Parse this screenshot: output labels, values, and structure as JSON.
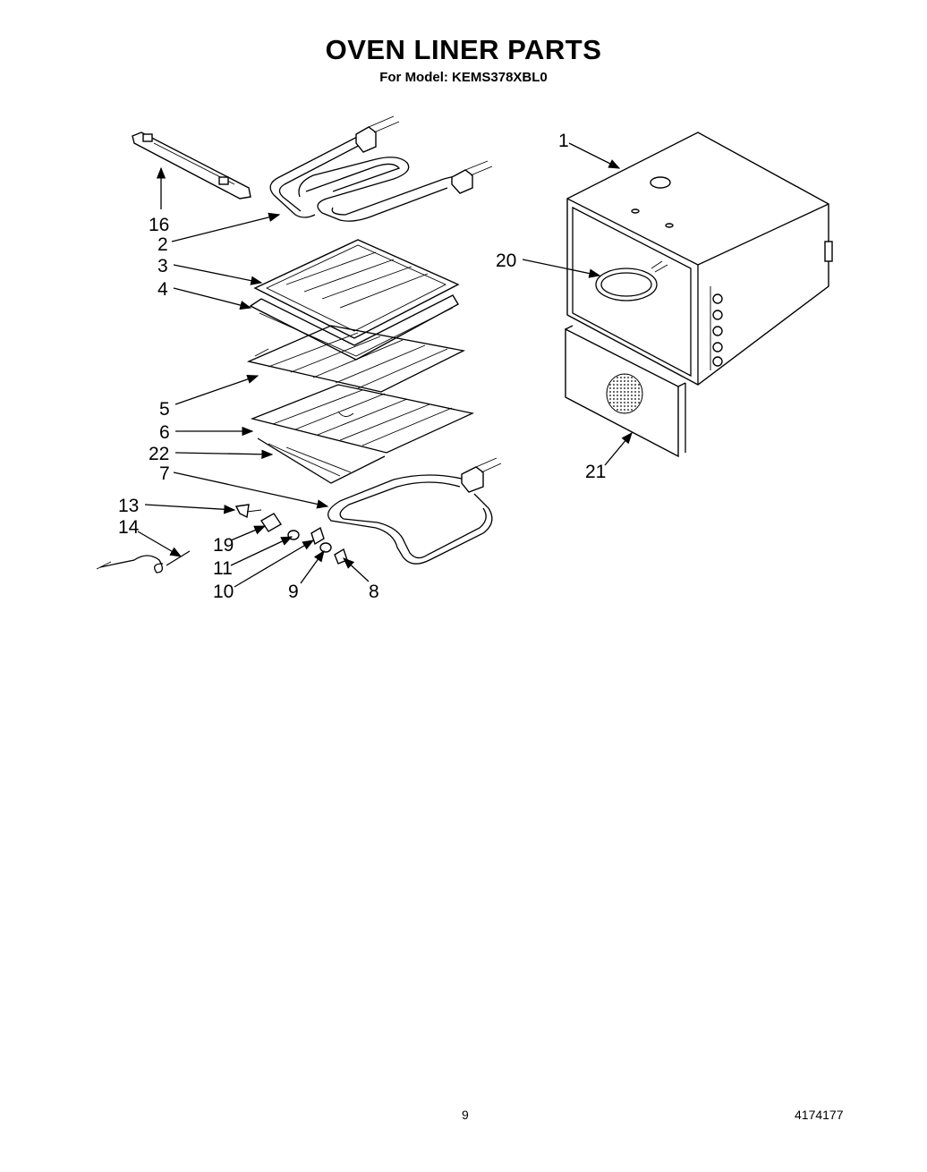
{
  "title": "OVEN LINER PARTS",
  "subtitle": "For Model: KEMS378XBL0",
  "footer": {
    "page_number": "9",
    "document_number": "4174177"
  },
  "callouts": [
    {
      "id": "c1",
      "label": "1"
    },
    {
      "id": "c16",
      "label": "16"
    },
    {
      "id": "c2",
      "label": "2"
    },
    {
      "id": "c3",
      "label": "3"
    },
    {
      "id": "c4",
      "label": "4"
    },
    {
      "id": "c20",
      "label": "20"
    },
    {
      "id": "c5",
      "label": "5"
    },
    {
      "id": "c6",
      "label": "6"
    },
    {
      "id": "c22",
      "label": "22"
    },
    {
      "id": "c7",
      "label": "7"
    },
    {
      "id": "c21",
      "label": "21"
    },
    {
      "id": "c13",
      "label": "13"
    },
    {
      "id": "c14",
      "label": "14"
    },
    {
      "id": "c19",
      "label": "19"
    },
    {
      "id": "c11",
      "label": "11"
    },
    {
      "id": "c10",
      "label": "10"
    },
    {
      "id": "c9",
      "label": "9"
    },
    {
      "id": "c8",
      "label": "8"
    }
  ]
}
